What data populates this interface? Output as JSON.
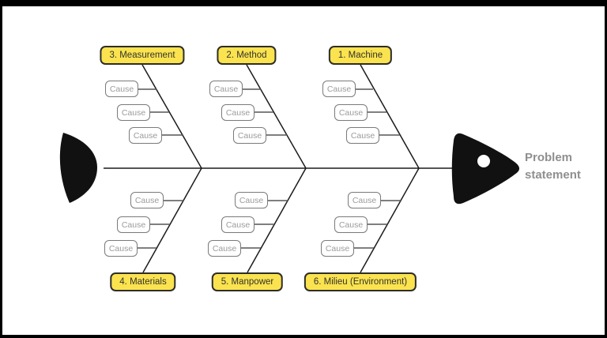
{
  "diagram": {
    "type_label": "fishbone-ishikawa-diagram",
    "problem_statement": "Problem statement",
    "cause_label": "Cause",
    "top_categories": [
      {
        "label": "3. Measurement"
      },
      {
        "label": "2. Method"
      },
      {
        "label": "1. Machine"
      }
    ],
    "bottom_categories": [
      {
        "label": "4. Materials"
      },
      {
        "label": "5. Manpower"
      },
      {
        "label": "6. Milieu (Environment)"
      }
    ],
    "causes_per_branch": 3,
    "colors": {
      "category_fill": "#FAE34F",
      "category_border": "#2E2D28",
      "cause_border": "#7A7A7A",
      "cause_text": "#9B9B9B",
      "line": "#1B1B1B",
      "fish_body": "#111111",
      "problem_text": "#8F8F8F",
      "frame": "#000000"
    }
  }
}
